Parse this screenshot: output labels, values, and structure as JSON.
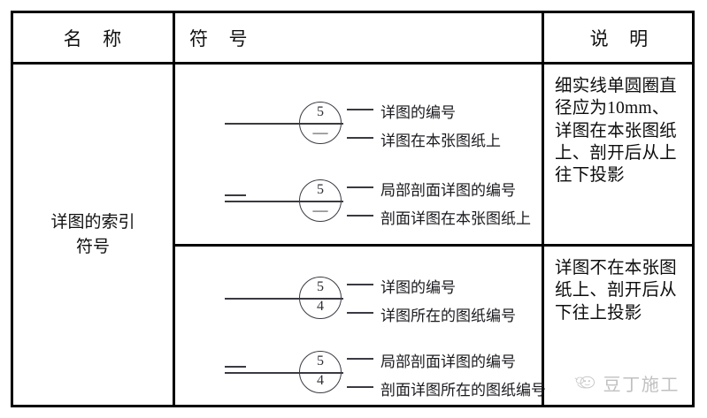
{
  "table": {
    "headers": {
      "name": "名　称",
      "symbol": "符　号",
      "description": "说　明"
    },
    "row_name": {
      "line1": "详图的索引",
      "line2": "符号"
    },
    "sections": [
      {
        "symbols": [
          {
            "has_section_mark": false,
            "number_top": "5",
            "number_bottom": "—",
            "label_top": "详图的编号",
            "label_bottom": "详图在本张图纸上"
          },
          {
            "has_section_mark": true,
            "number_top": "5",
            "number_bottom": "—",
            "label_top": "局部剖面详图的编号",
            "label_bottom": "剖面详图在本张图纸上"
          }
        ],
        "description": "细实线单圆圈直径应为10mm、详图在本张图纸上、剖开后从上往下投影"
      },
      {
        "symbols": [
          {
            "has_section_mark": false,
            "number_top": "5",
            "number_bottom": "4",
            "label_top": "详图的编号",
            "label_bottom": "详图所在的图纸编号"
          },
          {
            "has_section_mark": true,
            "number_top": "5",
            "number_bottom": "4",
            "label_top": "局部剖面详图的编号",
            "label_bottom": "剖面详图所在的图纸编号"
          }
        ],
        "description": "详图不在本张图纸上、剖开后从下往上投影"
      }
    ]
  },
  "watermark": {
    "text": "豆丁施工",
    "icon": "bean-mascot-icon",
    "color": "#8d8d92"
  },
  "colors": {
    "border": "#000000",
    "line": "#3a3a42",
    "text": "#111111",
    "page_background": "#ffffff"
  }
}
